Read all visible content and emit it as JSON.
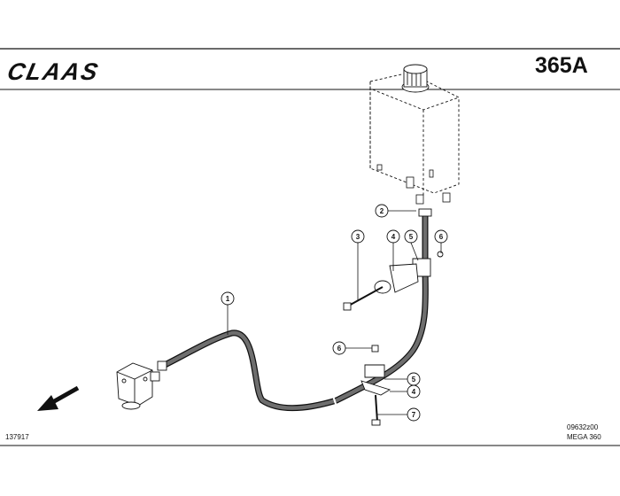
{
  "header": {
    "brand": "CLAAS",
    "page_number": "365A"
  },
  "footer": {
    "drawing_code": "137917",
    "image_ref": "09632z00",
    "model": "MEGA 360"
  },
  "callouts": [
    {
      "id": "callout-1",
      "label": "1"
    },
    {
      "id": "callout-2",
      "label": "2"
    },
    {
      "id": "callout-3",
      "label": "3"
    },
    {
      "id": "callout-4-upper",
      "label": "4"
    },
    {
      "id": "callout-5-upper",
      "label": "5"
    },
    {
      "id": "callout-6-upper",
      "label": "6"
    },
    {
      "id": "callout-6-lower",
      "label": "6"
    },
    {
      "id": "callout-5-lower",
      "label": "5"
    },
    {
      "id": "callout-4-lower",
      "label": "4"
    },
    {
      "id": "callout-7",
      "label": "7"
    }
  ],
  "colors": {
    "line": "#111111",
    "hose": "#6e6e6e"
  }
}
